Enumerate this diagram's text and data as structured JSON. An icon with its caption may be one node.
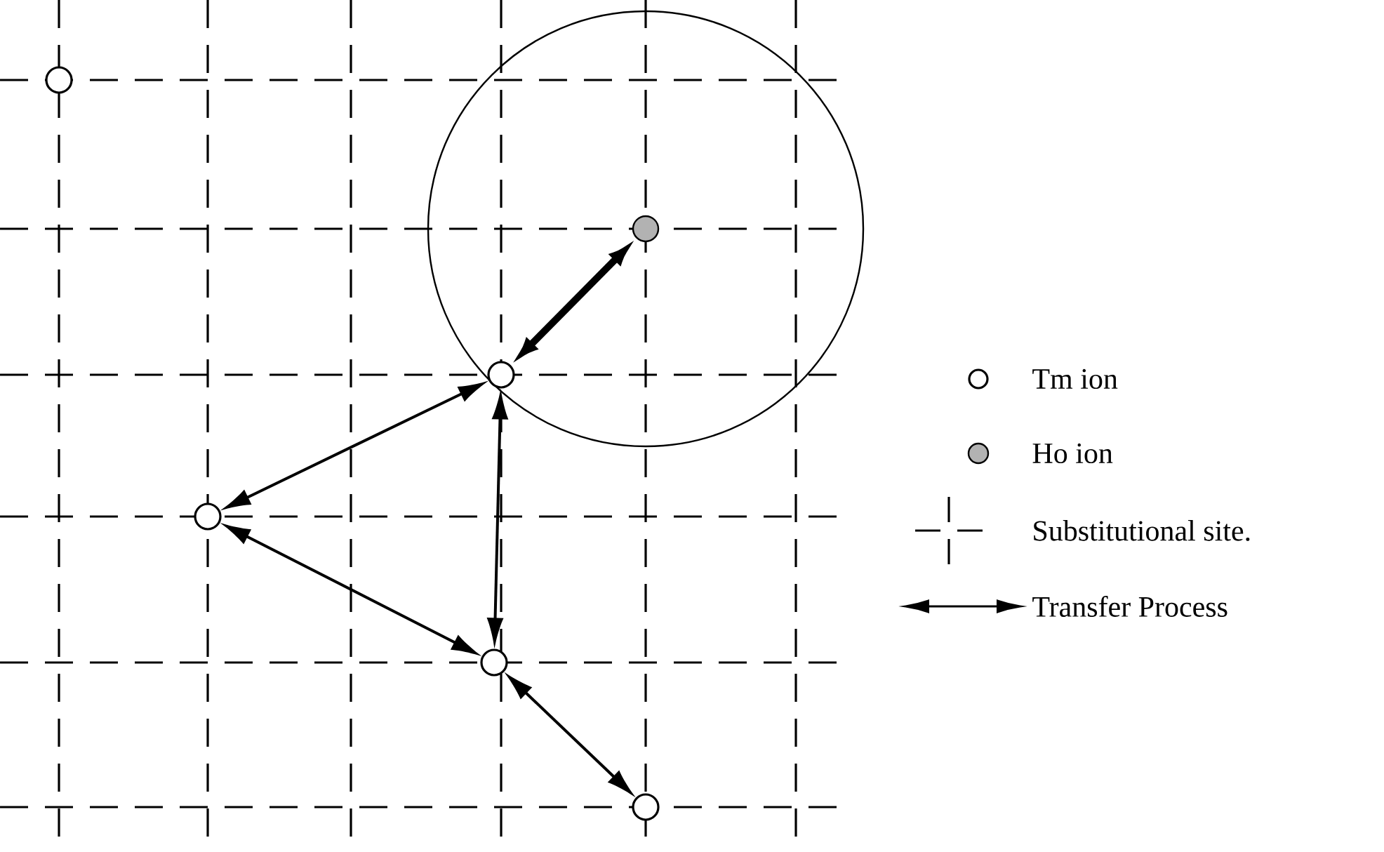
{
  "diagram": {
    "nodes": [
      {
        "text": [],
        "shape": "circle"
      },
      {
        "text": [],
        "shape": "dot"
      },
      {
        "text": [],
        "shape": "circle"
      },
      {
        "text": [],
        "shape": "circle"
      },
      {
        "text": [],
        "shape": "circle"
      },
      {
        "text": [],
        "shape": "circle"
      }
    ],
    "edges": [
      {
        "from": 1,
        "to": 2,
        "arrow": "both",
        "style": "thick"
      },
      {
        "from": 2,
        "to": 3,
        "arrow": "both"
      },
      {
        "from": 2,
        "to": 4,
        "arrow": "both"
      },
      {
        "from": 3,
        "to": 4,
        "arrow": "both"
      },
      {
        "from": 4,
        "to": 5,
        "arrow": "both"
      }
    ],
    "legend": [
      {
        "text": "Tm  ion"
      },
      {
        "text": "Ho ion"
      },
      {
        "text": "Substitutional site."
      },
      {
        "text": "Transfer Process"
      }
    ]
  }
}
